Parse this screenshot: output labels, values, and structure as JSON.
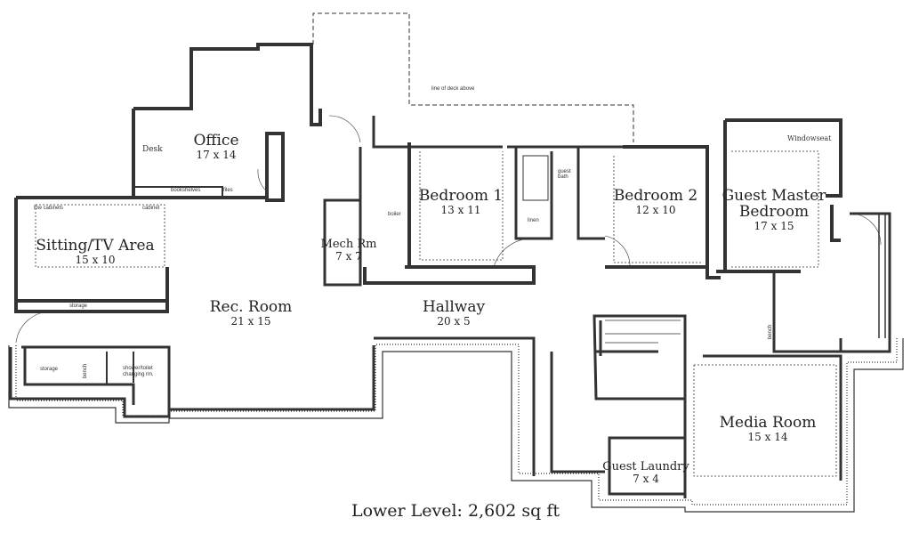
{
  "rooms": {
    "office": {
      "name": "Office",
      "dims": "17 x 14"
    },
    "sitting": {
      "name": "Sitting/TV Area",
      "dims": "15 x 10"
    },
    "rec": {
      "name": "Rec. Room",
      "dims": "21 x 15"
    },
    "mech": {
      "name": "Mech Rm",
      "dims": "7 x 7"
    },
    "bed1": {
      "name": "Bedroom 1",
      "dims": "13 x 11"
    },
    "bed2": {
      "name": "Bedroom 2",
      "dims": "12 x 10"
    },
    "guest_master": {
      "name": "Guest Master Bedroom",
      "dims": "17 x 15"
    },
    "hallway": {
      "name": "Hallway",
      "dims": "20 x 5"
    },
    "media": {
      "name": "Media Room",
      "dims": "15 x 14"
    },
    "laundry": {
      "name": "Guest Laundry",
      "dims": "7 x 4"
    }
  },
  "notes": {
    "desk": "Desk",
    "bookshelves": "bookshelves",
    "files": "files",
    "low_cabinets": "low cabinets",
    "cabinet": "cabinet",
    "storage_sitting": "storage",
    "storage_lower": "storage",
    "bench_left": "bench",
    "shower": "shower/toilet",
    "changing": "changing rm.",
    "boiler": "boiler",
    "linen": "linen",
    "guest_bath": "guest bath",
    "windowseat": "Windowseat",
    "bench_right": "bench",
    "deck": "line of deck above"
  },
  "caption": "Lower Level:  2,602 sq ft"
}
